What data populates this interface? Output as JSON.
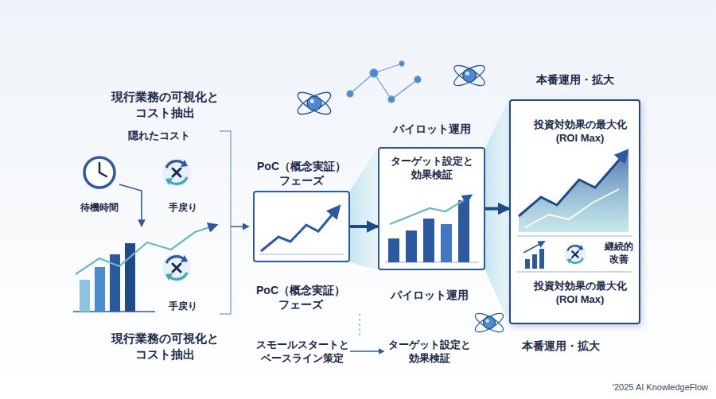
{
  "diagram": {
    "nodes": [
      {
        "text": [
          "PoC（概念実証） フェーズ"
        ]
      },
      {
        "text": [
          "パイロット運用",
          "ターゲット設定と 効果検証"
        ]
      },
      {
        "text": [
          "本番運用・拡大",
          "投資対効果の最大化 (ROI Max)",
          "継続的 改善",
          "投資対効果の最大化 (ROI Max)"
        ]
      }
    ],
    "edges": [
      {
        "from": 0,
        "to": 1,
        "arrow": "to"
      },
      {
        "from": 1,
        "to": 2,
        "arrow": "to"
      }
    ],
    "labels": [
      "現行業務の可視化と コスト抽出",
      "隠れたコスト",
      "待機時間",
      "手戻り",
      "手戻り",
      "現行業務の可視化と コスト抽出",
      "PoC（概念実証） フェーズ",
      "パイロット運用",
      "スモールスタートと ベースライン策定",
      "ターゲット設定と 効果検証",
      "本番運用・拡大",
      "'2025 AI KnowledgeFlow"
    ]
  }
}
